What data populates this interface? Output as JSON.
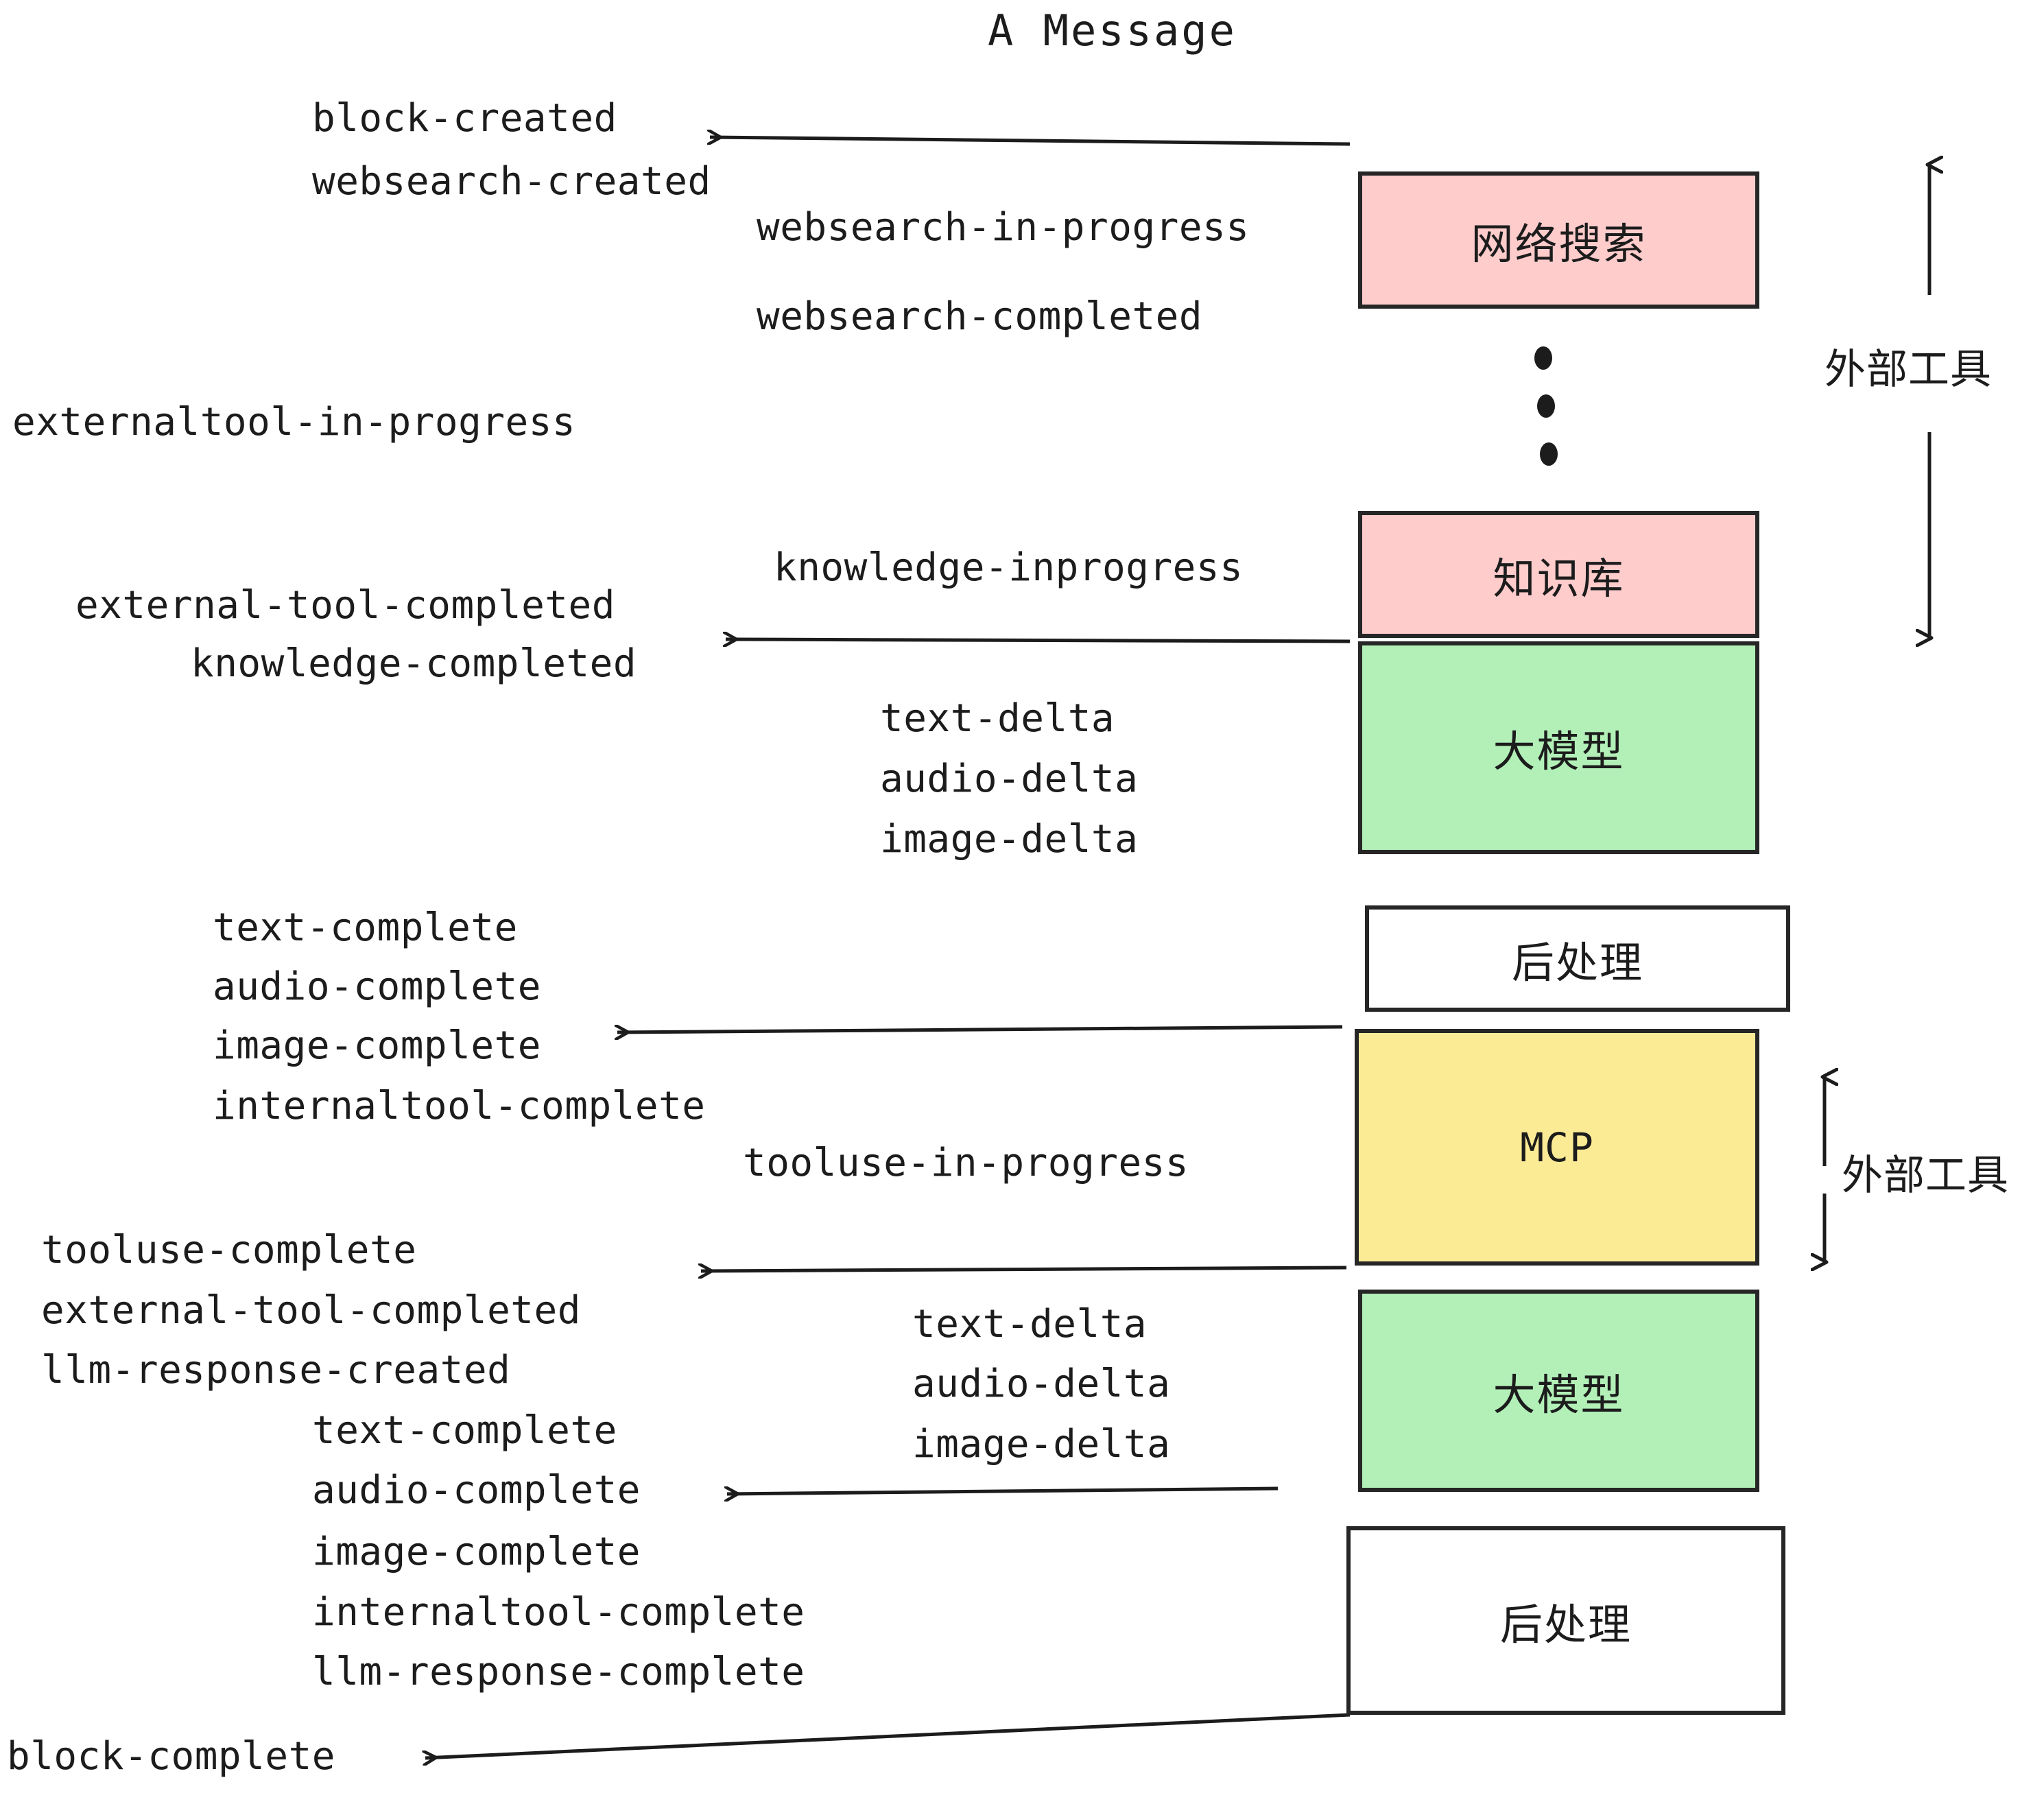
{
  "title": "A Message",
  "colors": {
    "pink": "#ffcccc",
    "green": "#b2f0b8",
    "yellow": "#fceb95",
    "white": "#ffffff",
    "stroke": "#262626",
    "text": "#1c1c1c"
  },
  "boxes": [
    {
      "id": "websearch",
      "label": "网络搜索",
      "fill": "#ffcccc"
    },
    {
      "id": "knowledge",
      "label": "知识库",
      "fill": "#ffcccc"
    },
    {
      "id": "llm-top",
      "label": "大模型",
      "fill": "#b2f0b8"
    },
    {
      "id": "postprocess-top",
      "label": "后处理",
      "fill": "#ffffff"
    },
    {
      "id": "mcp",
      "label": "MCP",
      "fill": "#fceb95"
    },
    {
      "id": "llm-bottom",
      "label": "大模型",
      "fill": "#b2f0b8"
    },
    {
      "id": "postprocess-bottom",
      "label": "后处理",
      "fill": "#ffffff"
    }
  ],
  "side_labels": [
    {
      "id": "external-tool-top",
      "label": "外部工具"
    },
    {
      "id": "external-tool-bottom",
      "label": "外部工具"
    }
  ],
  "events": {
    "block_created": "block-created",
    "websearch_created": "websearch-created",
    "websearch_in_progress": "websearch-in-progress",
    "websearch_completed": "websearch-completed",
    "externaltool_in_progress": "externaltool-in-progress",
    "knowledge_inprogress": "knowledge-inprogress",
    "external_tool_completed_1": "external-tool-completed",
    "knowledge_completed": "knowledge-completed",
    "text_delta_1": "text-delta",
    "audio_delta_1": "audio-delta",
    "image_delta_1": "image-delta",
    "text_complete_1": "text-complete",
    "audio_complete_1": "audio-complete",
    "image_complete_1": "image-complete",
    "internaltool_complete_1": "internaltool-complete",
    "tooluse_in_progress": "tooluse-in-progress",
    "tooluse_complete": "tooluse-complete",
    "external_tool_completed_2": "external-tool-completed",
    "llm_response_created": "llm-response-created",
    "text_delta_2": "text-delta",
    "audio_delta_2": "audio-delta",
    "image_delta_2": "image-delta",
    "text_complete_2": "text-complete",
    "audio_complete_2": "audio-complete",
    "image_complete_2": "image-complete",
    "internaltool_complete_2": "internaltool-complete",
    "llm_response_complete": "llm-response-complete",
    "block_complete": "block-complete"
  }
}
